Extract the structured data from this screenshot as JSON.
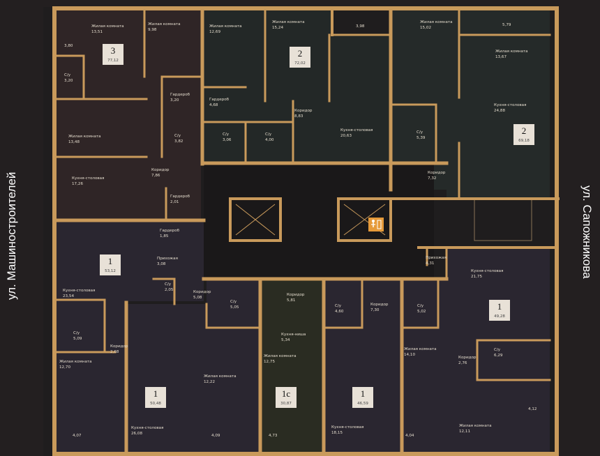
{
  "streets": {
    "left": "ул. Машиностроителей",
    "right": "ул. Сапожникова"
  },
  "apartments": [
    {
      "number": "3",
      "area": "77,12"
    },
    {
      "number": "2",
      "area": "72,02"
    },
    {
      "number": "2",
      "area": "69,18"
    },
    {
      "number": "1",
      "area": "53,12"
    },
    {
      "number": "1",
      "area": "49,28"
    },
    {
      "number": "1",
      "area": "50,48"
    },
    {
      "number": "1с",
      "area": "30,87"
    },
    {
      "number": "1",
      "area": "46,59"
    }
  ],
  "rooms": [
    {
      "name": "Жилая комната",
      "area": "13,51"
    },
    {
      "name": "",
      "area": "3,80"
    },
    {
      "name": "С/у",
      "area": "3,20"
    },
    {
      "name": "Жилая комната",
      "area": "9,98"
    },
    {
      "name": "Гардероб",
      "area": "3,20"
    },
    {
      "name": "С/у",
      "area": "3,82"
    },
    {
      "name": "Жилая комната",
      "area": "13,48"
    },
    {
      "name": "Коридор",
      "area": "7,86"
    },
    {
      "name": "Кухня-столовая",
      "area": "17,26"
    },
    {
      "name": "Гардероб",
      "area": "2,01"
    },
    {
      "name": "Жилая комната",
      "area": "12,69"
    },
    {
      "name": "Гардероб",
      "area": "4,68"
    },
    {
      "name": "С/у",
      "area": "3,06"
    },
    {
      "name": "С/у",
      "area": "4,00"
    },
    {
      "name": "Жилая комната",
      "area": "15,24"
    },
    {
      "name": "Коридор",
      "area": "8,83"
    },
    {
      "name": "",
      "area": "3,98"
    },
    {
      "name": "Кухня-столовая",
      "area": "20,63"
    },
    {
      "name": "Жилая комната",
      "area": "15,02"
    },
    {
      "name": "С/у",
      "area": "5,39"
    },
    {
      "name": "Коридор",
      "area": "7,32"
    },
    {
      "name": "",
      "area": "5,79"
    },
    {
      "name": "Жилая комната",
      "area": "13,67"
    },
    {
      "name": "Кухня-столовая",
      "area": "24,88"
    },
    {
      "name": "Гардероб",
      "area": "1,85"
    },
    {
      "name": "Прихожая",
      "area": "3,08"
    },
    {
      "name": "С/у",
      "area": "2,05"
    },
    {
      "name": "Кухня-столовая",
      "area": "23,54"
    },
    {
      "name": "С/у",
      "area": "5,09"
    },
    {
      "name": "Коридор",
      "area": "2,68"
    },
    {
      "name": "Жилая комната",
      "area": "12,70"
    },
    {
      "name": "",
      "area": "4,07"
    },
    {
      "name": "Коридор",
      "area": "5,08"
    },
    {
      "name": "С/у",
      "area": "5,05"
    },
    {
      "name": "Жилая комната",
      "area": "12,22"
    },
    {
      "name": "Кухня-столовая",
      "area": "26,08"
    },
    {
      "name": "",
      "area": "4,09"
    },
    {
      "name": "Коридор",
      "area": "5,81"
    },
    {
      "name": "Кухня-ниша",
      "area": "5,34"
    },
    {
      "name": "Жилая комната",
      "area": "12,75"
    },
    {
      "name": "",
      "area": "4,73"
    },
    {
      "name": "С/у",
      "area": "4,60"
    },
    {
      "name": "Коридор",
      "area": "7,30"
    },
    {
      "name": "Кухня-столовая",
      "area": "18,15"
    },
    {
      "name": "С/у",
      "area": "5,02"
    },
    {
      "name": "Жилая комната",
      "area": "14,10"
    },
    {
      "name": "",
      "area": "4,04"
    },
    {
      "name": "Прихожая",
      "area": "4,31"
    },
    {
      "name": "Кухня-столовая",
      "area": "21,75"
    },
    {
      "name": "Коридор",
      "area": "2,76"
    },
    {
      "name": "С/у",
      "area": "6,29"
    },
    {
      "name": "",
      "area": "4,12"
    },
    {
      "name": "Жилая комната",
      "area": "12,11"
    }
  ],
  "colors": {
    "background": "#231f20",
    "wall": "#c99a5b",
    "apt_brown": "#2f2526",
    "apt_dark": "#232827",
    "apt_dark2": "#252a29",
    "apt_purple": "#2a2630",
    "apt_olive": "#2a2c22",
    "core": "#1a1819",
    "badge": "#e8e1d7",
    "exit_sign": "#e69a3a"
  }
}
